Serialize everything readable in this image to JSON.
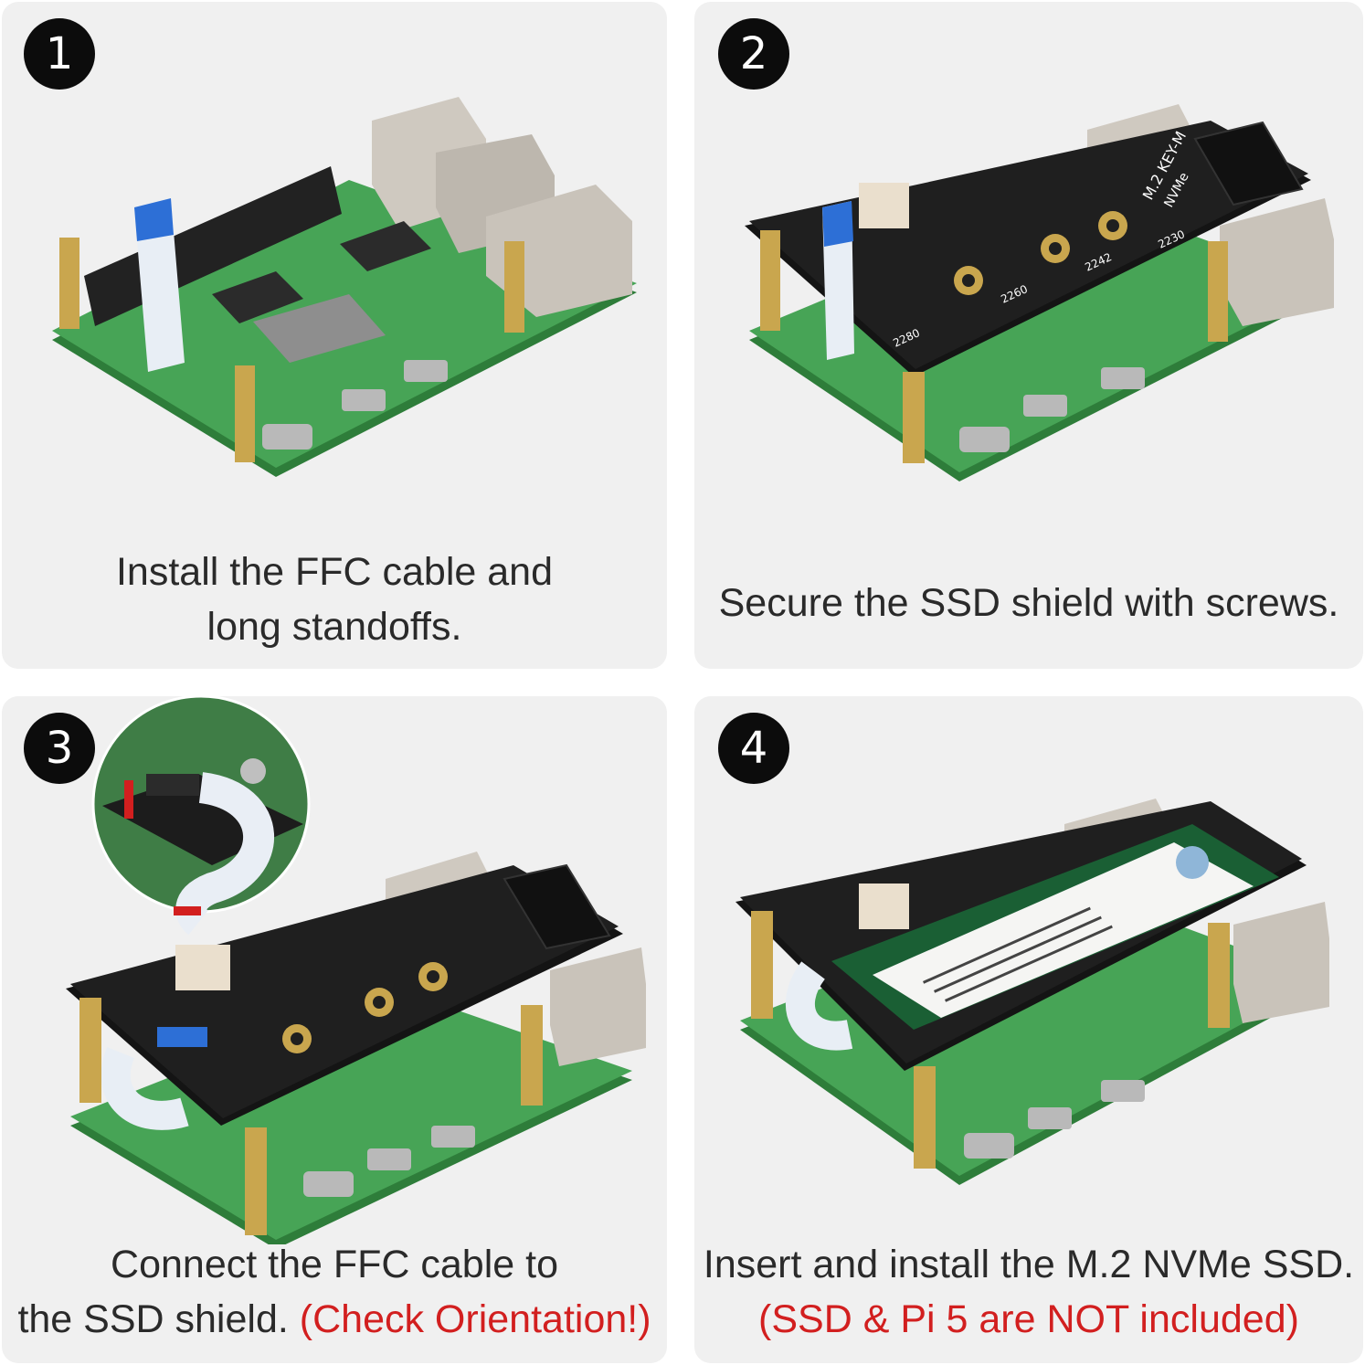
{
  "steps": [
    {
      "number": "1",
      "caption_line1": "Install the FFC cable and",
      "caption_line2": "long standoffs."
    },
    {
      "number": "2",
      "caption_line1": "Secure the SSD shield with screws."
    },
    {
      "number": "3",
      "caption_line1": "Connect the FFC cable to",
      "caption_line2": "the SSD shield.",
      "caption_warning": "(Check Orientation!)"
    },
    {
      "number": "4",
      "caption_line1": "Insert and install the M.2 NVMe SSD.",
      "caption_warning": "(SSD & Pi 5 are NOT included)"
    }
  ],
  "board_labels": {
    "m2": "M.2 KEY-M",
    "nvme": "NVMe",
    "s2230": "2230",
    "s2242": "2242",
    "s2260": "2260",
    "s2280": "2280"
  },
  "colors": {
    "panel_bg": "#f0f0f0",
    "badge_bg": "#0c0c0c",
    "caption_text": "#2a2a2a",
    "warning_text": "#d21f1f",
    "pcb_green": "#3f9a4e",
    "shield_black": "#1c1c1c"
  }
}
